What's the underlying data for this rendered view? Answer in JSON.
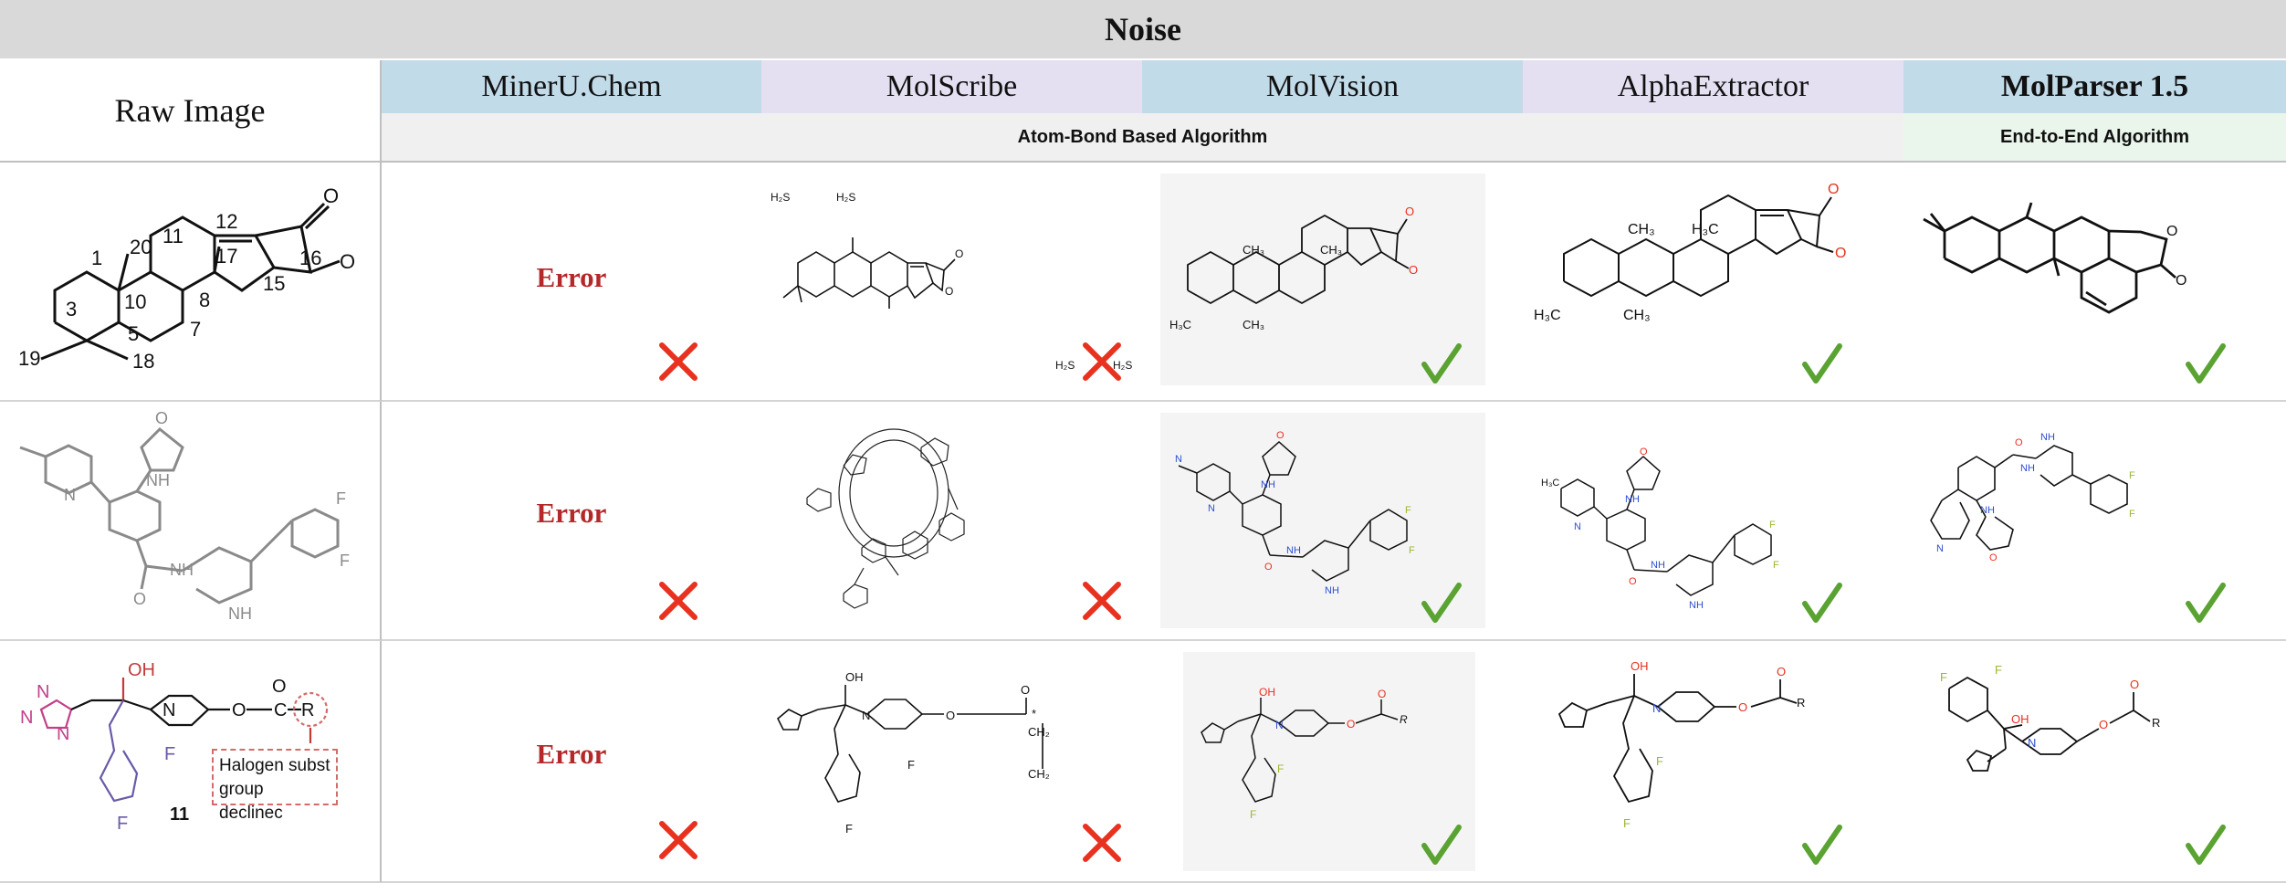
{
  "title": "Noise",
  "raw_image_header": "Raw Image",
  "methods": [
    {
      "name": "MinerU.Chem"
    },
    {
      "name": "MolScribe"
    },
    {
      "name": "MolVision"
    },
    {
      "name": "AlphaExtractor"
    },
    {
      "name": "MolParser 1.5"
    }
  ],
  "categories": {
    "atom_bond": "Atom-Bond Based Algorithm",
    "end_to_end": "End-to-End Algorithm"
  },
  "error_label": "Error",
  "colors": {
    "title_bg": "#d9d9d9",
    "header_blue": "#c2dbe9",
    "header_lavender": "#e4e0f1",
    "error_text": "#b5282a",
    "cross": "#e8321f",
    "check": "#5aa332"
  },
  "rows": [
    {
      "results": [
        "cross",
        "cross",
        "check",
        "check",
        "check"
      ],
      "raw_labels": [
        "1",
        "20",
        "11",
        "12",
        "16",
        "17",
        "O",
        "O",
        "3",
        "10",
        "8",
        "15",
        "5",
        "7",
        "19",
        "18"
      ],
      "molscribe_labels": [
        "H₂S",
        "H₂S",
        "O",
        "O",
        "H₂S",
        "H₂S"
      ],
      "molvision_labels": [
        "CH₃",
        "CH₃",
        "H₃C",
        "CH₃",
        "O",
        "O"
      ],
      "alpha_labels": [
        "CH₃",
        "H₃C",
        "H₃C",
        "CH₃",
        "O",
        "O"
      ],
      "parser_labels": [
        "O",
        "O"
      ]
    },
    {
      "results": [
        "cross",
        "cross",
        "check",
        "check",
        "check"
      ],
      "raw_labels": [
        "O",
        "F",
        "F",
        "NH",
        "O",
        "NH",
        "N",
        "NH"
      ],
      "molvision_labels": [
        "O",
        "F",
        "F",
        "NH",
        "O",
        "NH",
        "N",
        "NH",
        "N"
      ],
      "alpha_labels": [
        "O",
        "F",
        "F",
        "NH",
        "O",
        "NH",
        "N",
        "NH",
        "H₃C"
      ],
      "parser_labels": [
        "NH",
        "O",
        "NH",
        "F",
        "F",
        "NH",
        "O",
        "N"
      ]
    },
    {
      "results": [
        "cross",
        "cross",
        "check",
        "check",
        "check"
      ],
      "raw_labels": [
        "N",
        "N",
        "N",
        "OH",
        "N",
        "O",
        "C",
        "O",
        "R",
        "F",
        "F",
        "11"
      ],
      "raw_note": [
        "Halogen subst",
        "group declinec"
      ],
      "molscribe_labels": [
        "OH",
        "N",
        "O",
        "O",
        "F",
        "F",
        "*",
        "CH₂",
        "CH₂"
      ],
      "molvision_labels": [
        "OH",
        "N",
        "O",
        "O",
        "R",
        "F",
        "F"
      ],
      "alpha_labels": [
        "OH",
        "N",
        "O",
        "O",
        "R",
        "F",
        "F"
      ],
      "parser_labels": [
        "F",
        "F",
        "OH",
        "N",
        "O",
        "O",
        "R"
      ]
    }
  ]
}
